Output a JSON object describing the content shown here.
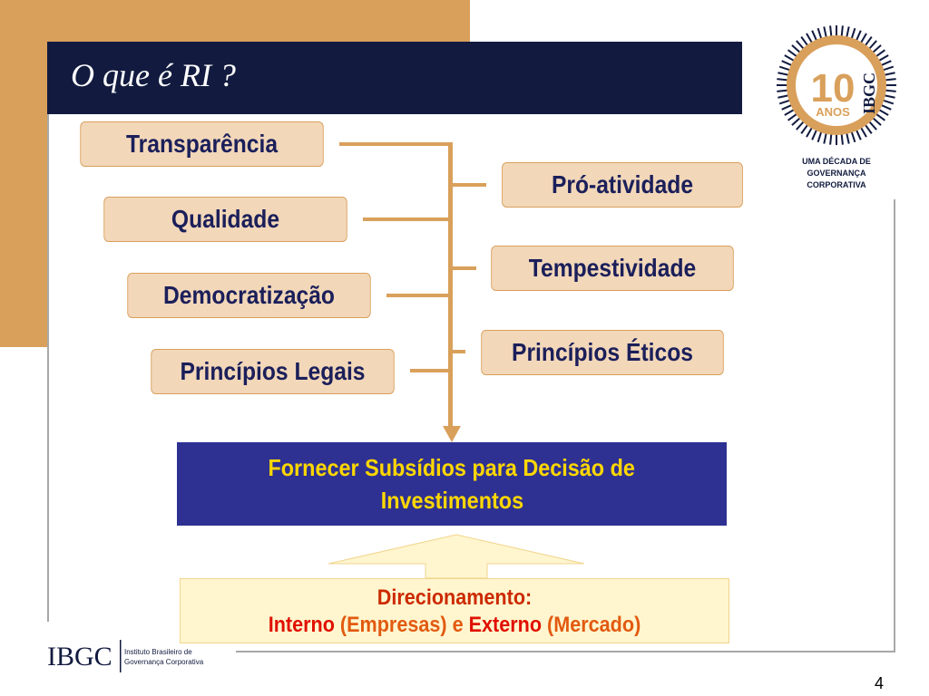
{
  "title": "O que é RI ?",
  "left_items": [
    "Transparência",
    "Qualidade",
    "Democratização",
    "Princípios Legais"
  ],
  "right_items": [
    "Pró-atividade",
    "Tempestividade",
    "Princípios Éticos"
  ],
  "result": {
    "line1": "Fornecer Subsídios para Decisão de",
    "line2": "Investimentos"
  },
  "direction": {
    "title": "Direcionamento:",
    "interno": "Interno",
    "empresas": "(Empresas)",
    "e": "e",
    "externo": "Externo",
    "mercado": "(Mercado)"
  },
  "seal": {
    "number": "10",
    "anos": "ANOS",
    "ibgc": "IBGC",
    "line1": "UMA DÉCADA DE",
    "line2": "GOVERNANÇA",
    "line3": "CORPORATIVA"
  },
  "footer_logo": {
    "mark": "IBGC",
    "line1": "Instituto Brasileiro de",
    "line2": "Governança Corporativa"
  },
  "page_number": "4",
  "colors": {
    "gold": "#d9a05b",
    "navy": "#121b3f",
    "box_fill": "#f2d7b9",
    "box_text": "#1b1f5a",
    "result_fill": "#2e3192",
    "result_text": "#ffd700",
    "red": "#e01000"
  }
}
